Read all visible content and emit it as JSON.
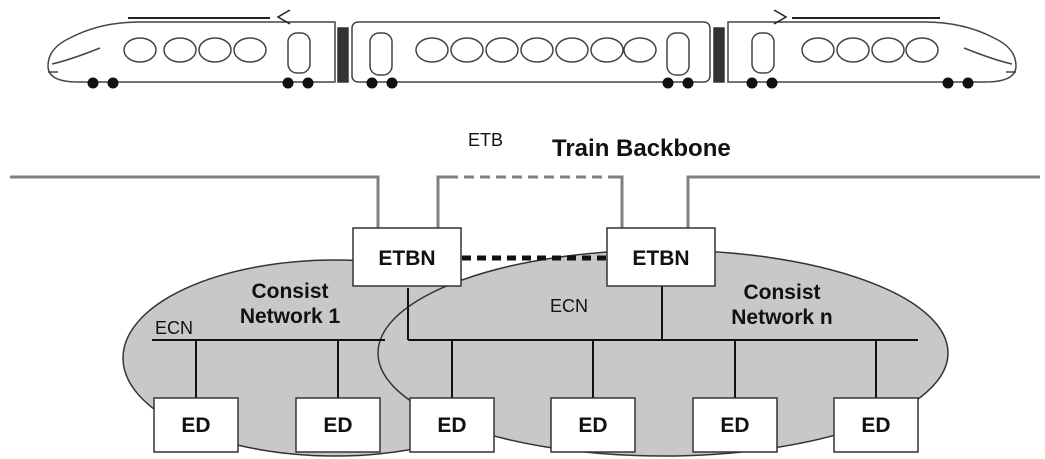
{
  "labels": {
    "etb": "ETB",
    "train_backbone": "Train Backbone",
    "etbn_left": "ETBN",
    "etbn_right": "ETBN",
    "consist1_line1": "Consist",
    "consist1_line2": "Network 1",
    "consistn_line1": "Consist",
    "consistn_line2": "Network n",
    "ecn_left": "ECN",
    "ecn_right": "ECN"
  },
  "devices": [
    "ED",
    "ED",
    "ED",
    "ED",
    "ED",
    "ED"
  ],
  "colors": {
    "ellipse_fill": "#c8c8c8",
    "line": "#808080",
    "stroke": "#222222"
  },
  "icons": {
    "train": "high-speed-train-icon"
  }
}
